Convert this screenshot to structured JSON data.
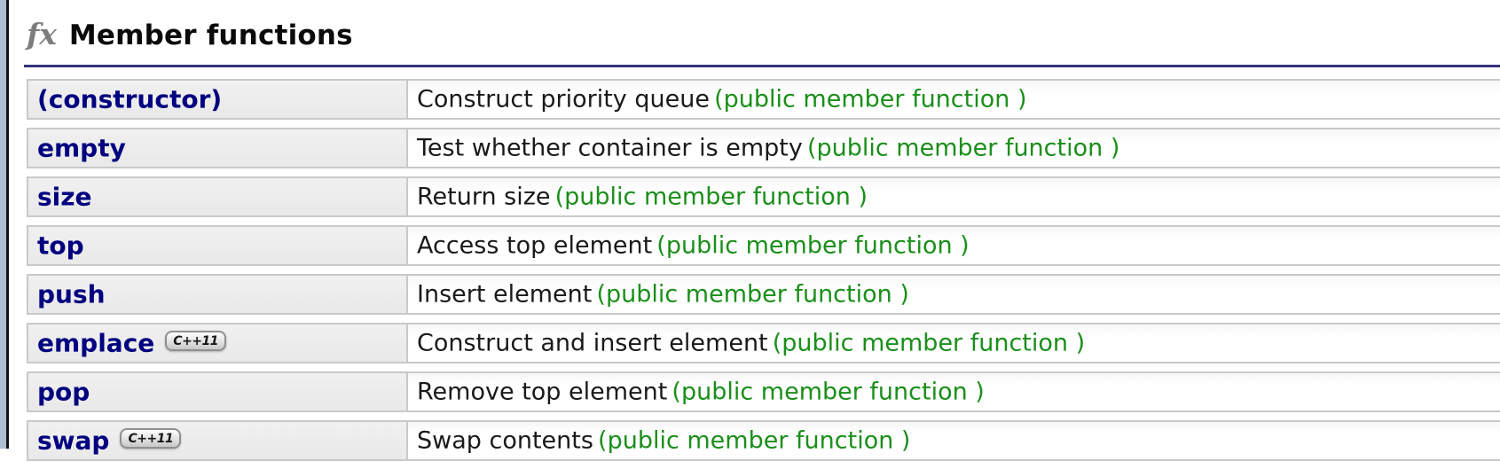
{
  "header": {
    "icon": "fx",
    "title": "Member functions"
  },
  "colors": {
    "page_edge": "#aebfd4",
    "rule": "#32327a",
    "link_navy": "#000080",
    "type_green": "#1a8f1a",
    "cell_gray": "#ececec"
  },
  "table": {
    "rows": [
      {
        "name": "(constructor)",
        "badge": "",
        "desc": "Construct priority queue",
        "type": "(public member function )"
      },
      {
        "name": "empty",
        "badge": "",
        "desc": "Test whether container is empty",
        "type": "(public member function )"
      },
      {
        "name": "size",
        "badge": "",
        "desc": "Return size",
        "type": "(public member function )"
      },
      {
        "name": "top",
        "badge": "",
        "desc": "Access top element",
        "type": "(public member function )"
      },
      {
        "name": "push",
        "badge": "",
        "desc": "Insert element",
        "type": "(public member function )"
      },
      {
        "name": "emplace",
        "badge": "C++11",
        "desc": "Construct and insert element",
        "type": "(public member function )"
      },
      {
        "name": "pop",
        "badge": "",
        "desc": "Remove top element",
        "type": "(public member function )"
      },
      {
        "name": "swap",
        "badge": "C++11",
        "desc": "Swap contents",
        "type": "(public member function )"
      }
    ]
  }
}
